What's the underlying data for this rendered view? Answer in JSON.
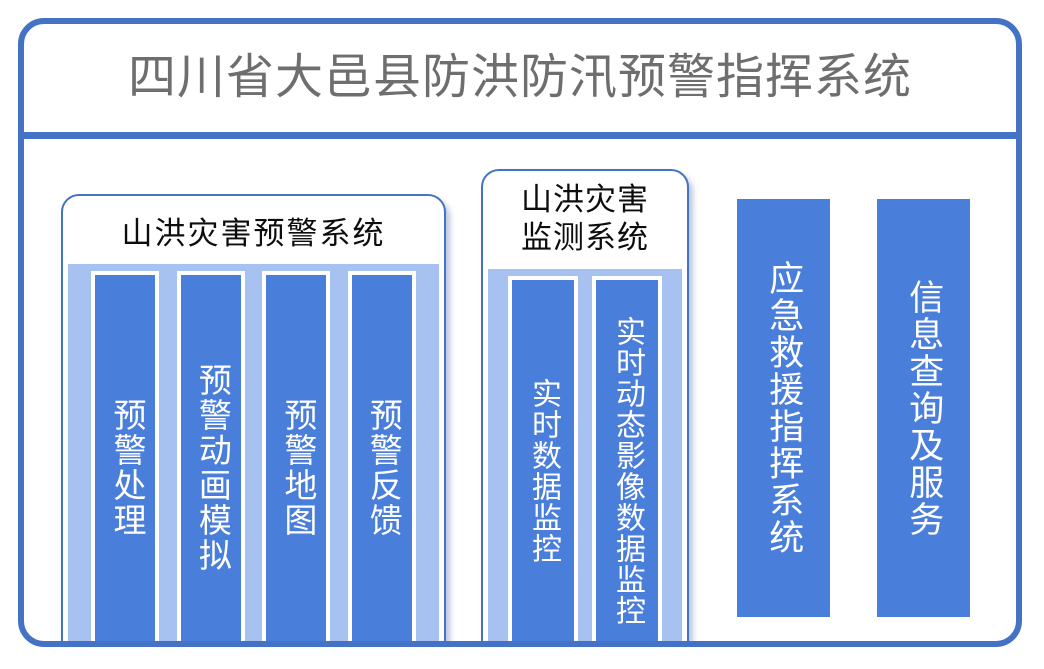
{
  "header": {
    "title": "四川省大邑县防洪防汛预警指挥系统",
    "title_color": "#6E6E6E",
    "rule_color": "#4472C4"
  },
  "theme": {
    "frame_border": "#4472C4",
    "bar_fill": "#4A7EDB",
    "panel_fill": "#A7C2F0",
    "bar_text": "#ffffff",
    "panel_title_text": "#0d0d0d"
  },
  "panels": [
    {
      "id": "warning",
      "title": "山洪灾害预警系统",
      "modules": [
        {
          "label": "预警处理"
        },
        {
          "label": "预警动画模拟"
        },
        {
          "label": "预警地图"
        },
        {
          "label": "预警反馈"
        }
      ]
    },
    {
      "id": "monitor",
      "title": "山洪灾害\n监测系统",
      "modules": [
        {
          "label": "实时数据监控"
        },
        {
          "label": "实时动态影像数据监控"
        }
      ]
    }
  ],
  "standalone": [
    {
      "id": "emergency",
      "label": "应急救援指挥系统"
    },
    {
      "id": "info",
      "label": "信息查询及服务"
    }
  ]
}
